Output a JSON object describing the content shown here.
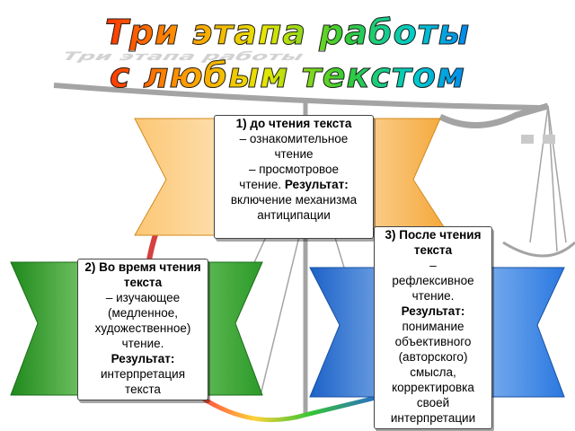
{
  "title": {
    "line1": "Три этапа работы",
    "line2": "с любым текстом"
  },
  "stages": [
    {
      "heading": "1) до чтения текста",
      "lines": [
        "– ознакомительное",
        "чтение",
        "– просмотровое",
        "чтение."
      ],
      "result_label": "Результат:",
      "result_lines": [
        "включение механизма",
        "антиципации"
      ],
      "color": "#f7b23a"
    },
    {
      "heading": "2) Во время чтения текста",
      "lines": [
        "– изучающее",
        "(медленное,",
        "художественное)",
        "чтение."
      ],
      "result_label": "Результат:",
      "result_lines": [
        "интерпретация",
        "текста"
      ],
      "color": "#2e9e2a"
    },
    {
      "heading": "3) После чтения текста",
      "lines": [
        "–",
        "рефлексивное",
        "чтение."
      ],
      "result_label": "Результат:",
      "result_lines": [
        "понимание",
        "объективного",
        "(авторского)",
        "смысла,",
        "корректировка",
        "своей",
        "интерпретации"
      ],
      "color": "#2a76e0"
    }
  ],
  "colors": {
    "orange": "#f7b23a",
    "green": "#2e9e2a",
    "blue": "#2a76e0",
    "scale": "#9a9a9a"
  }
}
